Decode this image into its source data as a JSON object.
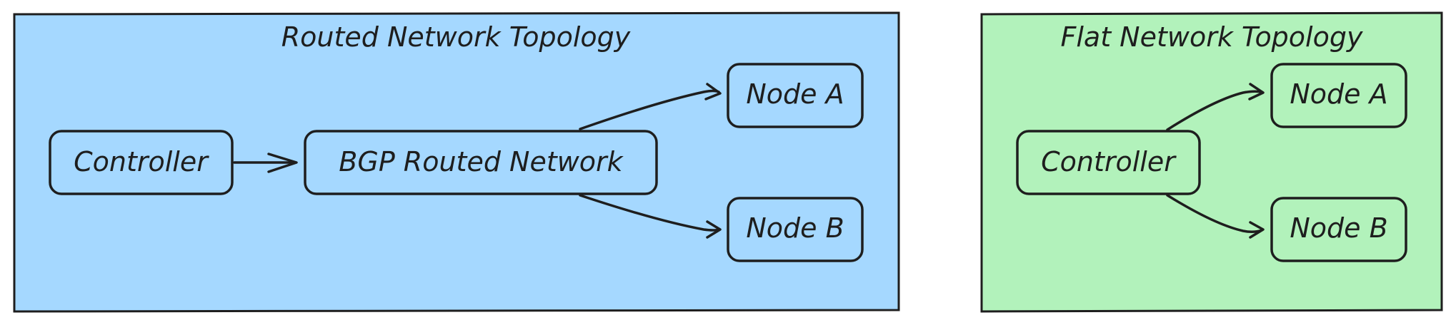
{
  "colors": {
    "routed_panel_fill": "#a5d8ff",
    "flat_panel_fill": "#b2f2bb",
    "stroke": "#1e1e1e",
    "background": "#ffffff"
  },
  "routed": {
    "title": "Routed Network Topology",
    "controller": "Controller",
    "bgp": "BGP Routed Network",
    "node_a": "Node A",
    "node_b": "Node B"
  },
  "flat": {
    "title": "Flat Network Topology",
    "controller": "Controller",
    "node_a": "Node A",
    "node_b": "Node B"
  }
}
